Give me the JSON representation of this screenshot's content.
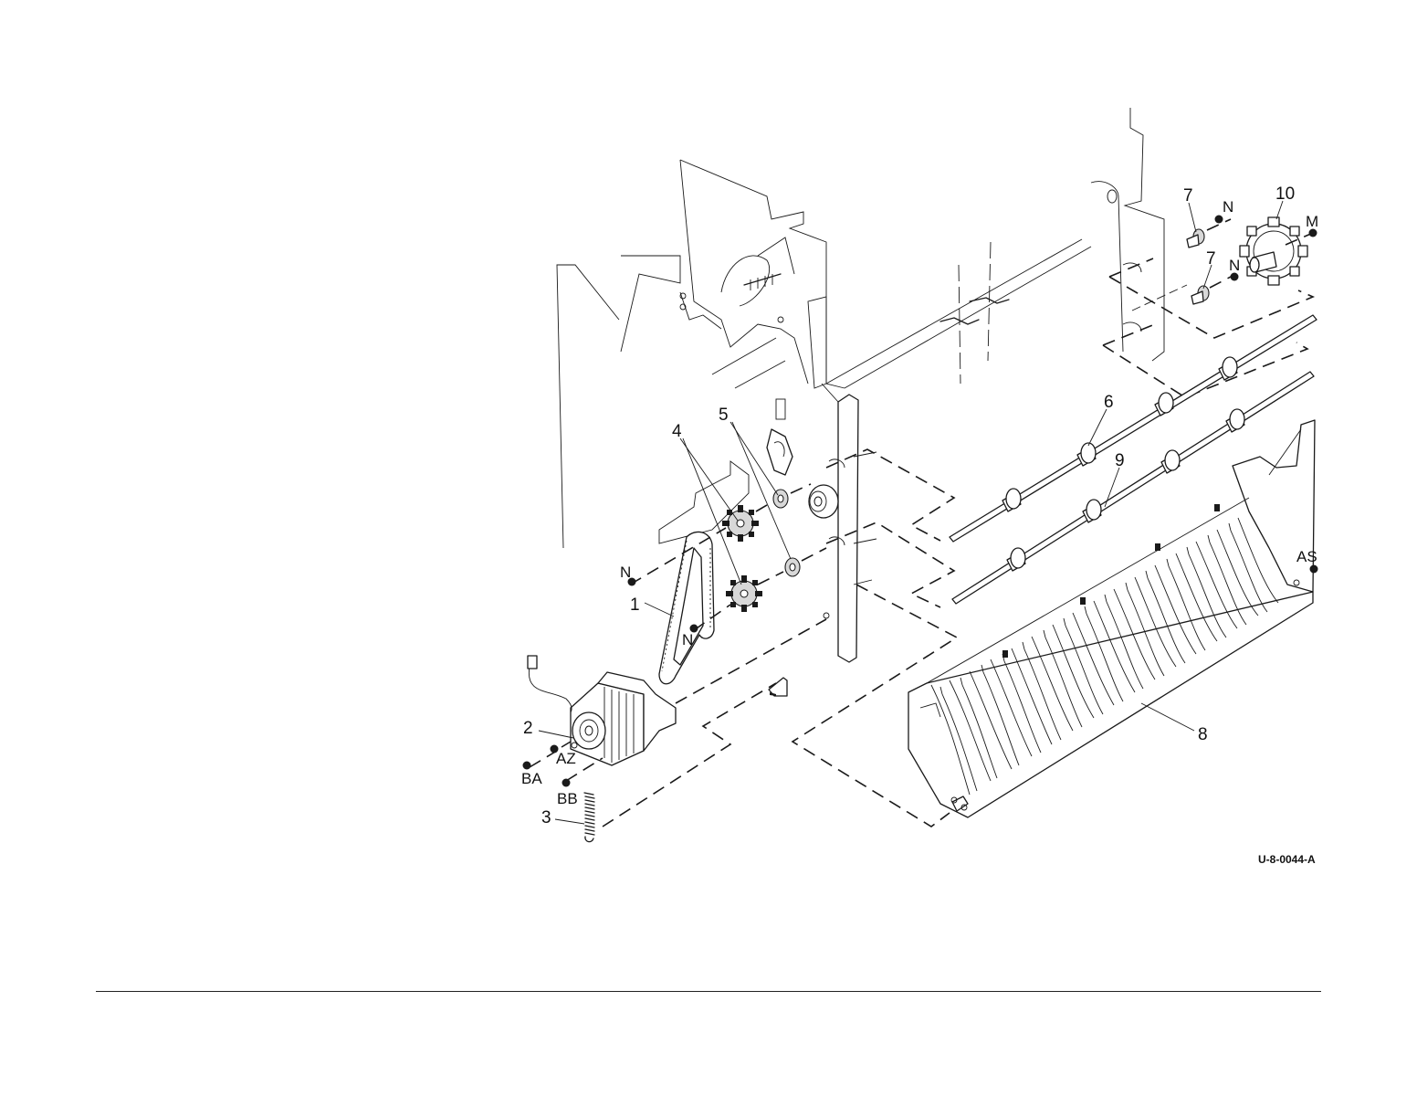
{
  "figure_id": "U-8-0044-A",
  "callouts": {
    "c1": "1",
    "c2": "2",
    "c3": "3",
    "c4": "4",
    "c5": "5",
    "c6": "6",
    "c7a": "7",
    "c7b": "7",
    "c8": "8",
    "c9": "9",
    "c10": "10"
  },
  "refs": {
    "n1": "N",
    "n2": "N",
    "n3": "N",
    "n4": "N",
    "m": "M",
    "az": "AZ",
    "ba": "BA",
    "bb": "BB",
    "as": "AS"
  }
}
